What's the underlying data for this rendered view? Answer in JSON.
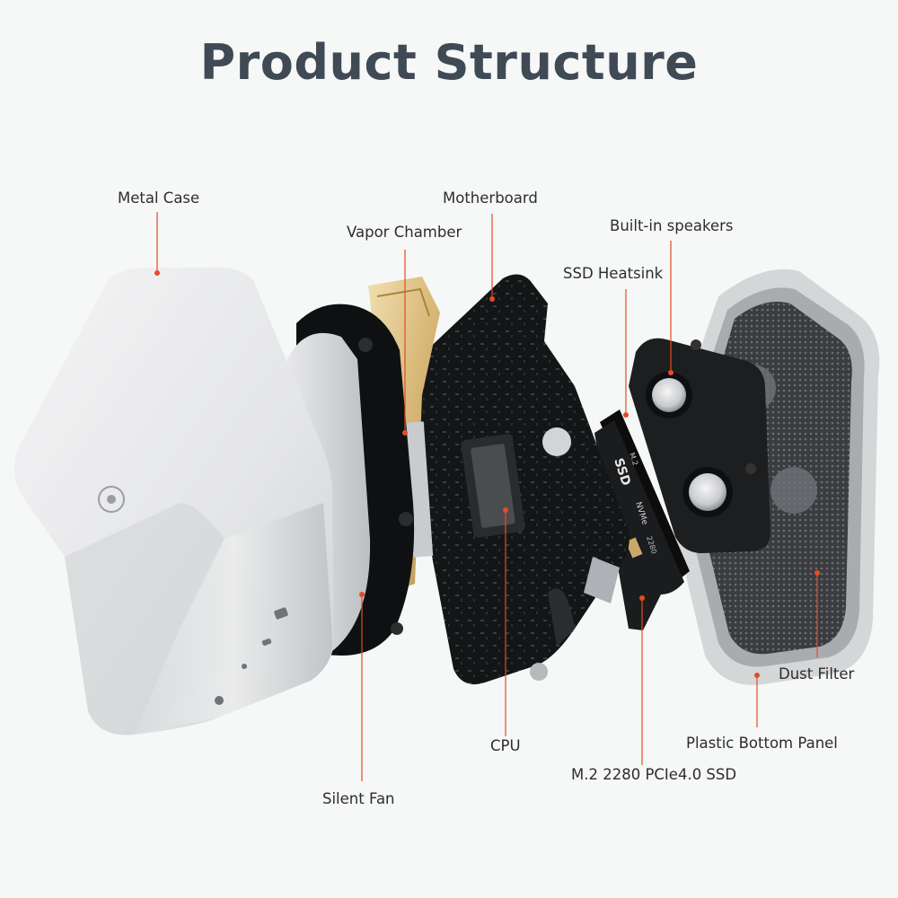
{
  "title": "Product Structure",
  "labels": {
    "metal_case": "Metal Case",
    "vapor_chamber": "Vapor Chamber",
    "motherboard": "Motherboard",
    "builtin_speakers": "Built-in speakers",
    "ssd_heatsink": "SSD Heatsink",
    "cpu": "CPU",
    "silent_fan": "Silent Fan",
    "m2_ssd": "M.2 2280 PCIe4.0 SSD",
    "dust_filter": "Dust Filter",
    "plastic_bottom_panel": "Plastic Bottom Panel"
  },
  "ssd_chip": {
    "m2": "M.2",
    "ssd": "SSD",
    "nvme": "NVMe",
    "size": "2280"
  },
  "colors": {
    "title": "#3f4a55",
    "leader": "#e24d24",
    "background": "#f6f7f7"
  }
}
